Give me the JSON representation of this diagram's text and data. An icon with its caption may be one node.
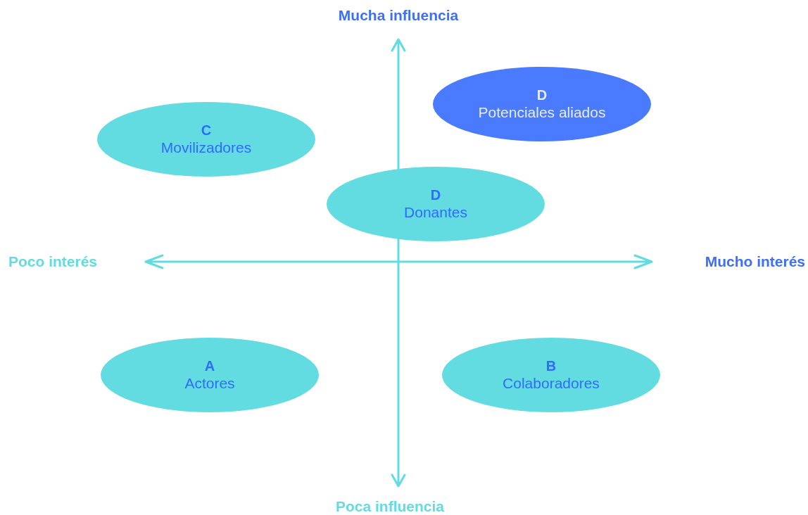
{
  "diagram": {
    "nodes": [
      {
        "text": [
          "D",
          "Potenciales aliados"
        ]
      },
      {
        "text": [
          "C",
          "Movilizadores"
        ]
      },
      {
        "text": [
          "D",
          "Donantes"
        ]
      },
      {
        "text": [
          "A",
          "Actores"
        ]
      },
      {
        "text": [
          "B",
          "Colaboradores"
        ]
      }
    ],
    "labels": [
      "Mucha influencia",
      "Poco interés",
      "Mucho interés",
      "Poca influencia"
    ]
  }
}
